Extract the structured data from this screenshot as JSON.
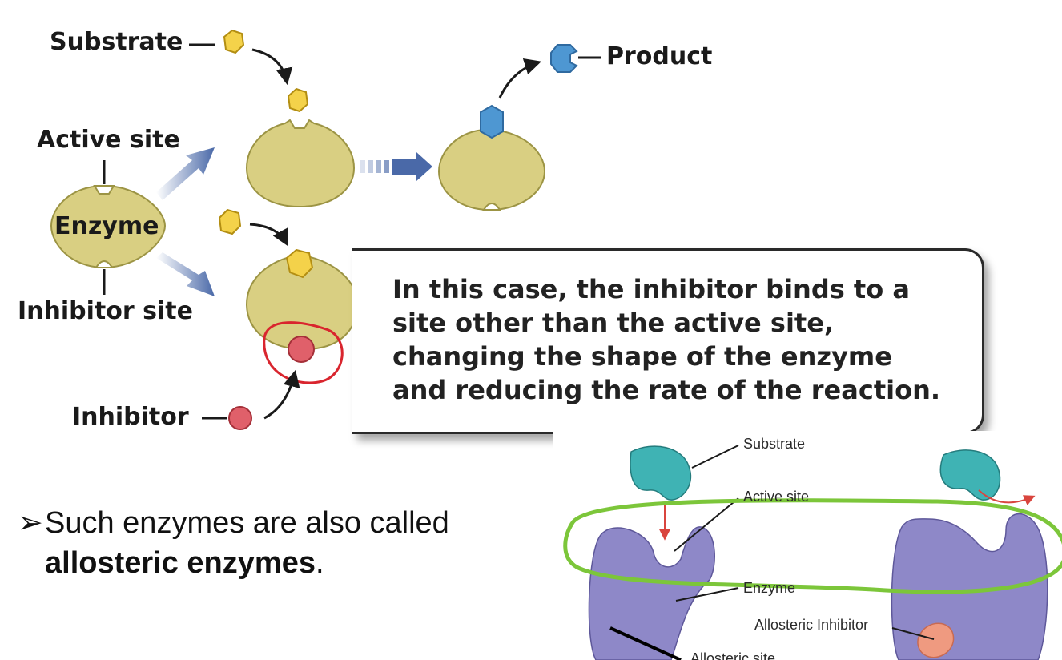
{
  "diagram": {
    "labels": {
      "substrate": "Substrate",
      "product": "Product",
      "active_site": "Active site",
      "enzyme": "Enzyme",
      "inhibitor_site": "Inhibitor site",
      "inhibitor": "Inhibitor"
    },
    "colors": {
      "enzyme_fill": "#d9cf82",
      "enzyme_stroke": "#9c9444",
      "substrate_fill": "#f4d24a",
      "product_fill": "#4e97d2",
      "inhibitor_fill": "#e0606a",
      "arrow_blue": "#4a69a8",
      "annotation_red": "#d9252e",
      "annotation_green": "#7cc63a"
    }
  },
  "callout": {
    "lines": [
      "In this case, the inhibitor binds to a",
      "site other than the active site,",
      "changing the shape of the enzyme",
      "and reducing the rate of the reaction."
    ]
  },
  "bullet": {
    "arrow": "➢",
    "text_before": "Such enzymes are also called ",
    "text_bold": "allosteric enzymes",
    "text_after": "."
  },
  "photo": {
    "labels": {
      "substrate": "Substrate",
      "active_site": "Active site",
      "enzyme": "Enzyme",
      "allosteric_inhibitor": "Allosteric Inhibitor",
      "allosteric_site": "Allosteric site"
    },
    "colors": {
      "enzyme_fill": "#8e88c8",
      "substrate_fill": "#3fb3b4",
      "inhibitor_fill": "#ef9a80"
    }
  }
}
